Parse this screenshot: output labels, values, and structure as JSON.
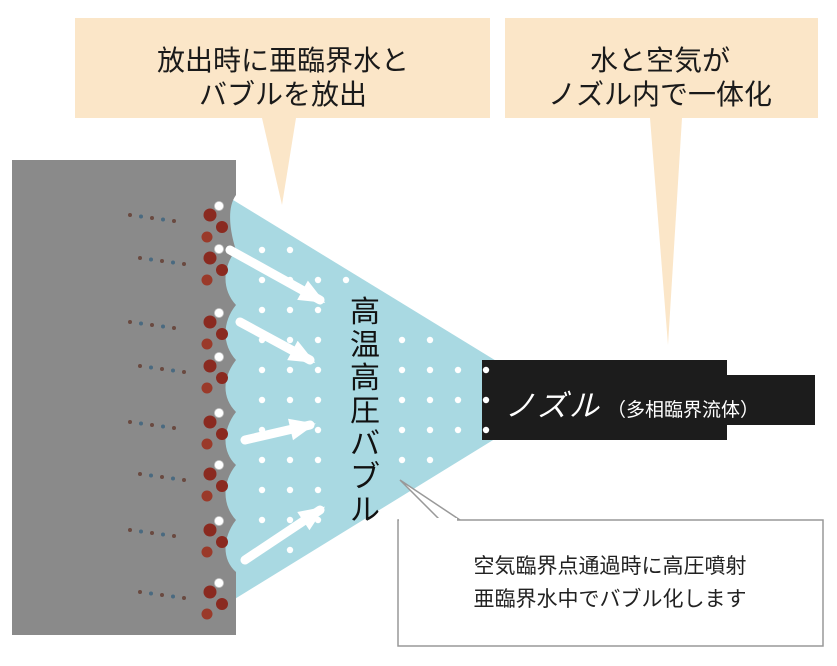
{
  "callouts": {
    "left": {
      "line1": "放出時に亜臨界水と",
      "line2": "バブルを放出"
    },
    "right": {
      "line1": "水と空気が",
      "line2": "ノズル内で一体化"
    }
  },
  "nozzle": {
    "label": "ノズル",
    "sublabel": "（多相臨界流体）"
  },
  "bubble_label": [
    "高",
    "温",
    "高",
    "圧",
    "バ",
    "ブ",
    "ル"
  ],
  "note": {
    "line1": "空気臨界点通過時に高圧噴射",
    "line2": "亜臨界水中でバブル化します"
  },
  "colors": {
    "callout_fill": "#fbe6c8",
    "surface": "#8a8a8a",
    "spray": "#a9d9e2",
    "nozzle": "#1c1c1c",
    "particle": "#8a2a20"
  }
}
